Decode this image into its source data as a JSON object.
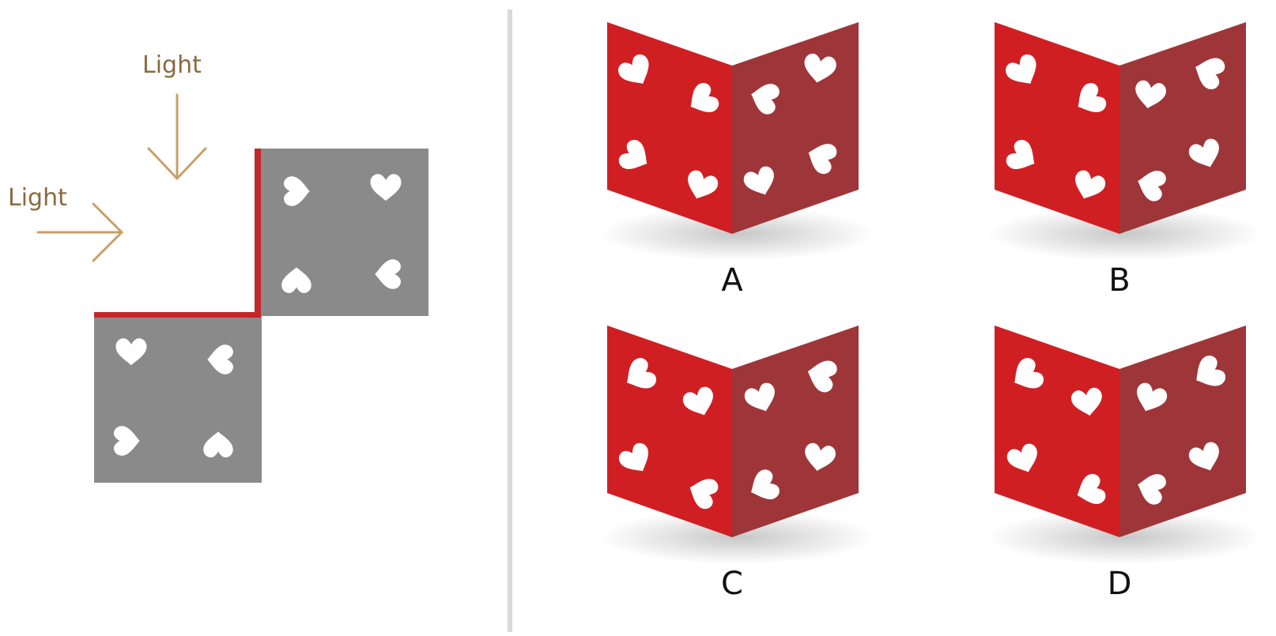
{
  "diagram": {
    "light_labels": [
      "Light",
      "Light"
    ],
    "option_labels": [
      "A",
      "B",
      "C",
      "D"
    ]
  },
  "colors": {
    "arrow": "#c8a06a",
    "light_text": "#8a6a3e",
    "gray_panel": "#8a8a8a",
    "fold_edge": "#c4262c",
    "card_left": "#d01f23",
    "card_right": "#9e3639",
    "heart": "#ffffff",
    "divider": "#d9d9d9"
  }
}
